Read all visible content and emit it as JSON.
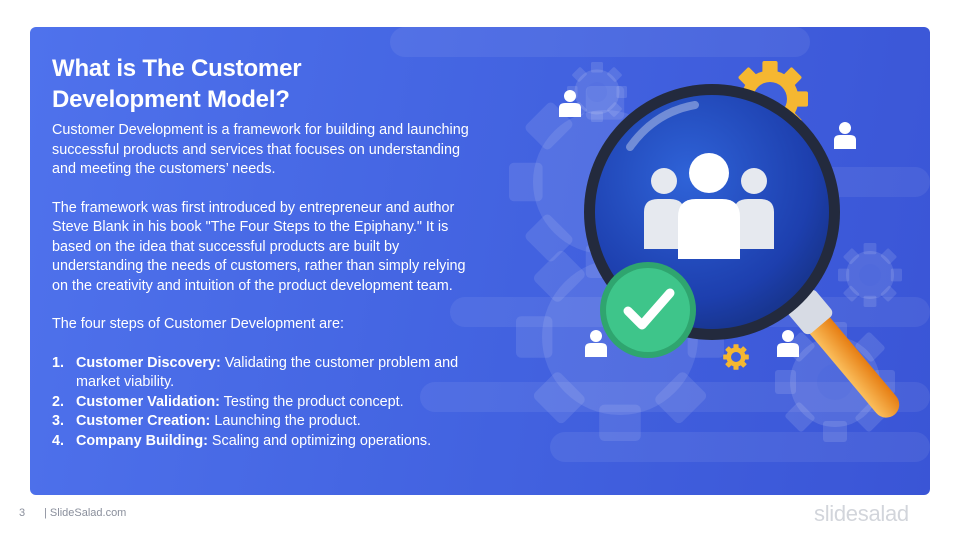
{
  "slide": {
    "title_line1": "What is The Customer",
    "title_line2": "Development Model?",
    "paragraph1": "Customer Development is a framework for building and launching successful products and services that focuses on understanding and meeting the customers’ needs.",
    "paragraph2": "The framework was first introduced by entrepreneur  and author Steve Blank in his book \"The Four Steps to the Epiphany.\" It is based on the idea that successful products are built by understanding the needs of customers, rather than simply relying on the creativity and intuition of the product development  team.",
    "paragraph3": "The four steps of Customer Development are:",
    "steps": [
      {
        "num": "1.",
        "name": "Customer Discovery:",
        "desc": " Validating the customer problem and market viability."
      },
      {
        "num": "2.",
        "name": "Customer Validation:",
        "desc": " Testing the product concept."
      },
      {
        "num": "3.",
        "name": "Customer Creation:",
        "desc": " Launching the product."
      },
      {
        "num": "4.",
        "name": "Company Building:",
        "desc": " Scaling and optimizing operations."
      }
    ]
  },
  "footer": {
    "page_number": "3",
    "site": "| SlideSalad.com",
    "brand": "slidesalad"
  },
  "colors": {
    "background_blue": "#4465e2",
    "gear_gold": "#f5b731",
    "check_green": "#3ec58a",
    "handle_orange": "#f39c2b"
  },
  "icons": [
    "gear-icon",
    "magnifier-icon",
    "user-group-icon",
    "person-icon",
    "checkmark-icon"
  ]
}
